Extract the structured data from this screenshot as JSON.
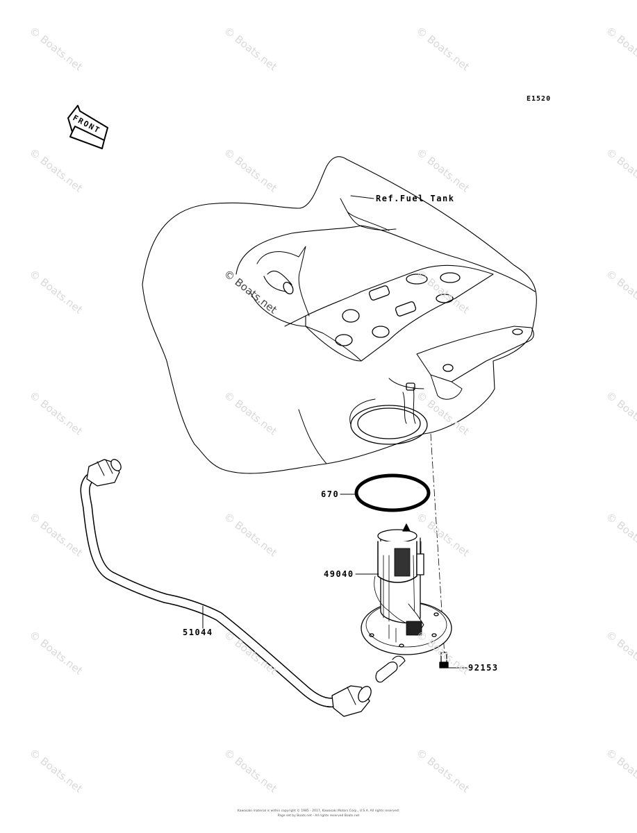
{
  "diagram_code": "E1520",
  "front_label": "FRONT",
  "parts": {
    "fuel_tank_ref": "Ref.Fuel Tank",
    "o_ring": "670",
    "fuel_pump": "49040",
    "fuel_hose": "51044",
    "bolt": "92153"
  },
  "watermark": "© Boats.net",
  "footer": {
    "line1": "Kawasaki material is within copyright © 1985 - 2017, Kawasaki Motors Corp., U.S.A. All rights reserved.",
    "line2": "Page set by Boats.net - All rights reserved Boats.net"
  }
}
